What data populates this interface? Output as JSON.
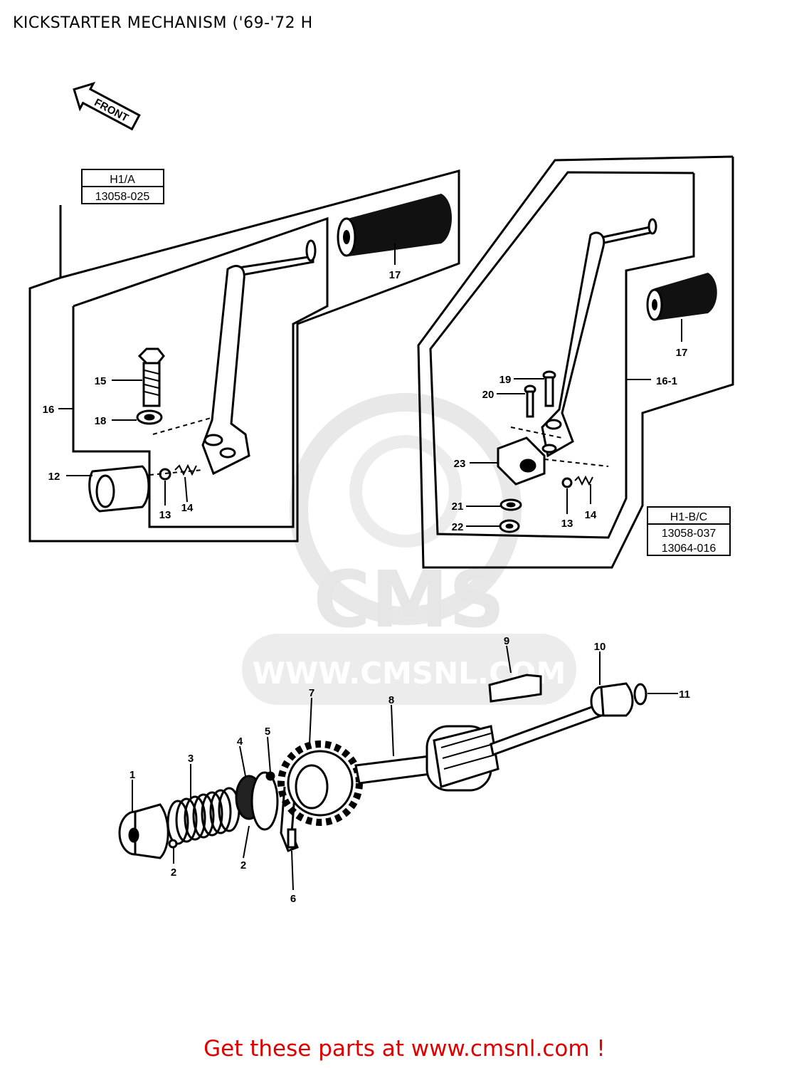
{
  "title": "KICKSTARTER MECHANISM ('69-'72 H",
  "front_arrow": "FRONT",
  "boxes": {
    "left": {
      "model": "H1/A",
      "part": "13058-025"
    },
    "right": {
      "model": "H1-B/C",
      "parts": [
        "13058-037",
        "13064-016"
      ]
    }
  },
  "callouts": {
    "p1": "1",
    "p2a": "2",
    "p2b": "2",
    "p3": "3",
    "p4": "4",
    "p5": "5",
    "p6": "6",
    "p7": "7",
    "p8": "8",
    "p9": "9",
    "p10": "10",
    "p11": "11",
    "p12": "12",
    "p13a": "13",
    "p13b": "13",
    "p14a": "14",
    "p14b": "14",
    "p15": "15",
    "p16": "16",
    "p16_1": "16-1",
    "p17a": "17",
    "p17b": "17",
    "p18": "18",
    "p19": "19",
    "p20": "20",
    "p21": "21",
    "p22": "22",
    "p23": "23"
  },
  "watermark": {
    "brand": "CMS",
    "url": "WWW.CMSNL.COM"
  },
  "footer": "Get these parts at www.cmsnl.com !",
  "colors": {
    "footer": "#e00000",
    "watermark": "#e6e6e6",
    "ink": "#000000"
  }
}
